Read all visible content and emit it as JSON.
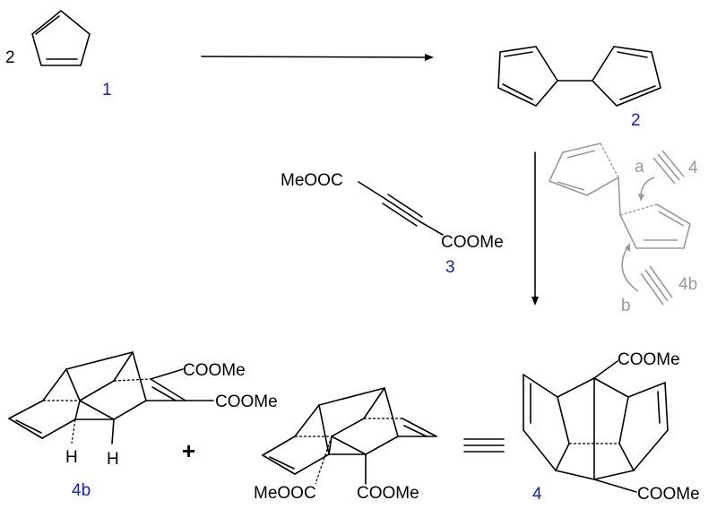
{
  "colors": {
    "label": "#1515e0",
    "mechanism": "#9a9a9a",
    "structure": "#000000"
  },
  "reaction1": {
    "coefficient": "2",
    "reactant_label": "1",
    "product_label": "2"
  },
  "reagent": {
    "left_group": "MeOOC",
    "right_group": "COOMe",
    "label": "3"
  },
  "mechanism": {
    "path_a": "a",
    "path_a_product": "4",
    "path_b": "b",
    "path_b_product": "4b"
  },
  "products": {
    "p4b": {
      "ester1": "COOMe",
      "ester2": "COOMe",
      "h1": "H",
      "h2": "H",
      "label": "4b"
    },
    "plus": "+",
    "middle": {
      "ester_left": "MeOOC",
      "ester_right": "COOMe"
    },
    "equiv": "≡",
    "p4": {
      "ester_top": "COOMe",
      "ester_bottom": "COOMe",
      "label": "4"
    }
  }
}
